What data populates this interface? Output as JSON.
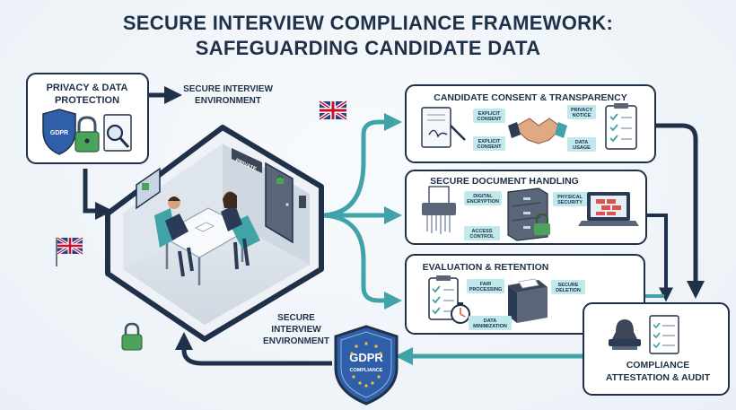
{
  "title": {
    "line1": "SECURE INTERVIEW COMPLIANCE FRAMEWORK:",
    "line2": "SAFEGUARDING CANDIDATE DATA"
  },
  "privacy_box": {
    "line1": "PRIVACY & DATA",
    "line2": "PROTECTION",
    "shield_text": "GDPR"
  },
  "environment_top": {
    "line1": "SECURE INTERVIEW",
    "line2": "ENVIRONMENT"
  },
  "environment_bottom": {
    "line1": "SECURE",
    "line2": "INTERVIEW",
    "line3": "ENVIRONMENT"
  },
  "room": {
    "door_sign": "PRIVATE"
  },
  "consent_panel": {
    "title": "CANDIDATE CONSENT & TRANSPARENCY",
    "tag1a": "EXPLICIT",
    "tag1b": "CONSENT",
    "tag2a": "EXPLICIT",
    "tag2b": "CONSENT",
    "tag3a": "PRIVACY",
    "tag3b": "NOTICE",
    "tag4a": "DATA",
    "tag4b": "USAGE"
  },
  "document_panel": {
    "title": "SECURE DOCUMENT HANDLING",
    "tag1a": "DIGITAL",
    "tag1b": "ENCRYPTION",
    "tag2a": "ACCESS",
    "tag2b": "CONTROL",
    "tag3a": "PHYSICAL",
    "tag3b": "SECURITY"
  },
  "retention_panel": {
    "title": "EVALUATION & RETENTION",
    "tag1a": "FAIR",
    "tag1b": "PROCESSING",
    "tag2a": "SECURE",
    "tag2b": "DELETION",
    "tag3a": "DATA",
    "tag3b": "MINIMIZATION"
  },
  "compliance_box": {
    "line1": "COMPLIANCE",
    "line2": "ATTESTATION & AUDIT"
  },
  "gdpr_badge": {
    "main": "GDPR",
    "sub": "COMPLIANCE"
  },
  "colors": {
    "navy": "#1f3049",
    "teal": "#3fa3a8",
    "tag_bg": "#bfe9ea",
    "panel_bg": "#ffffff",
    "shield_blue": "#2f5fa8"
  },
  "icons": [
    "gdpr-shield-icon",
    "padlock-icon",
    "magnifier-document-icon",
    "uk-flag-icon",
    "contract-signature-icon",
    "handshake-icon",
    "checklist-icon",
    "shredder-icon",
    "filing-cabinet-icon",
    "laptop-firewall-icon",
    "stopwatch-icon",
    "archive-box-icon",
    "rubber-stamp-icon"
  ]
}
